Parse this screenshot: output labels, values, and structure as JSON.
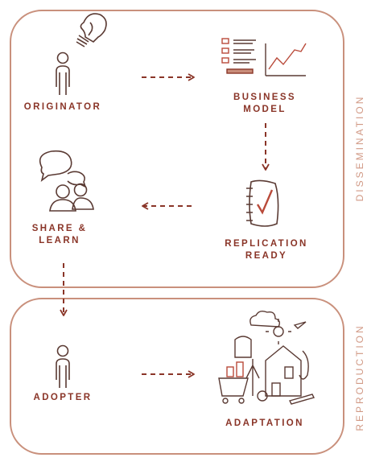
{
  "side_labels": {
    "dissemination": "DISSEMINATION",
    "reproduction": "REPRODUCTION"
  },
  "nodes": {
    "originator": "ORIGINATOR",
    "business_model_1": "BUSINESS",
    "business_model_2": "MODEL",
    "share_learn_1": "SHARE &",
    "share_learn_2": "LEARN",
    "replication_ready_1": "REPLICATION",
    "replication_ready_2": "READY",
    "adopter": "ADOPTER",
    "adaptation": "ADAPTATION"
  },
  "colors": {
    "accent": "#8a3528",
    "frame": "#c9907c",
    "side_text": "#d19985"
  }
}
